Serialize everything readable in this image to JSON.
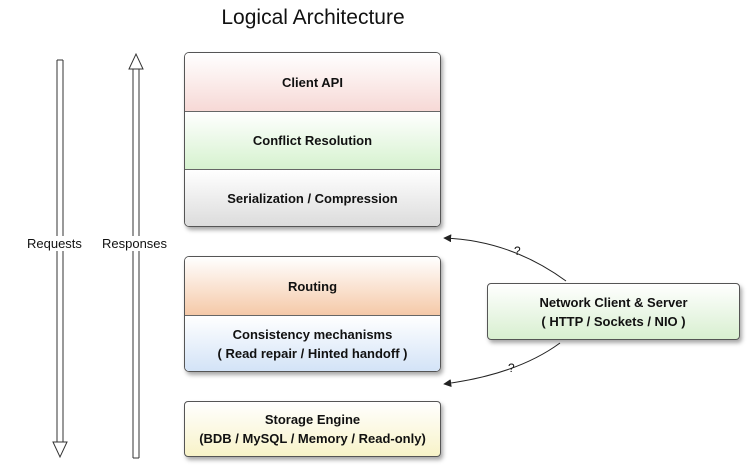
{
  "title": "Logical Architecture",
  "flow": {
    "requests_label": "Requests",
    "responses_label": "Responses"
  },
  "layers_top": [
    {
      "label": "Client API",
      "color": "#f7d9d6"
    },
    {
      "label": "Conflict Resolution",
      "color": "#d6f2cf"
    },
    {
      "label": "Serialization / Compression",
      "color": "#dcdcdc"
    }
  ],
  "layers_middle": [
    {
      "label": "Routing",
      "color": "#f5c9a8"
    },
    {
      "line1": "Consistency mechanisms",
      "line2": "( Read repair / Hinted handoff )",
      "color": "#d3e3f7"
    }
  ],
  "storage": {
    "line1": "Storage Engine",
    "line2": "(BDB / MySQL / Memory / Read-only)",
    "color": "#f8f3c8"
  },
  "network": {
    "line1": "Network Client & Server",
    "line2": "( HTTP / Sockets / NIO )",
    "color": "#d8efd0"
  },
  "question_marks": [
    "?",
    "?"
  ]
}
